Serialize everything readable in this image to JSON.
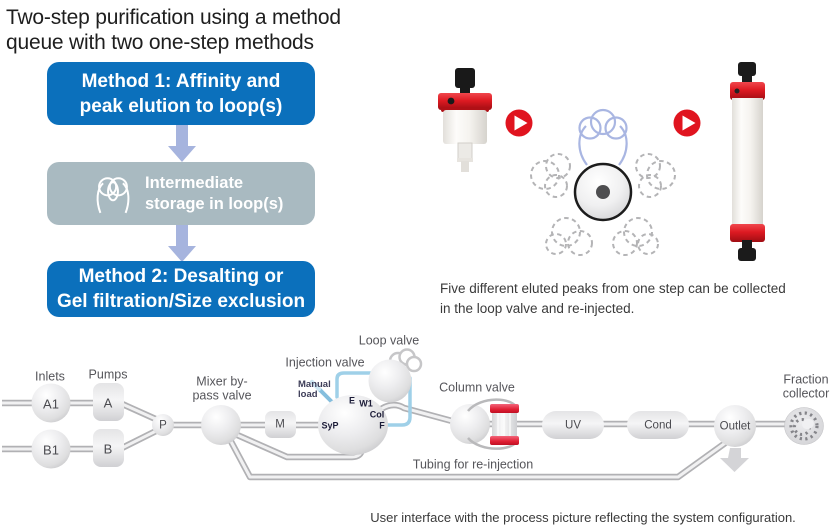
{
  "title": "Two-step purification using a method\nqueue with two one-step methods",
  "flowchart": {
    "step1": "Method 1: Affinity and\npeak elution to loop(s)",
    "step2": "Intermediate\nstorage in loop(s)",
    "step3": "Method 2: Desalting or\nGel filtration/Size exclusion"
  },
  "illustration": {
    "caption": "Five different eluted peaks from one step can be collected\nin the loop valve and re-injected."
  },
  "diagram": {
    "labels": {
      "inlets": "Inlets",
      "pumps": "Pumps",
      "inlet_a1": "A1",
      "inlet_b1": "B1",
      "pump_a": "A",
      "pump_b": "B",
      "pump_junction": "P",
      "mixer": "Mixer by-\npass valve",
      "mixer_m": "M",
      "injection_valve": "Injection valve",
      "manual_load": "Manual\nload",
      "loop_valve": "Loop valve",
      "port_syp": "SyP",
      "port_e": "E",
      "port_w1": "W1",
      "port_col": "Col",
      "port_f": "F",
      "column_valve": "Column valve",
      "uv": "UV",
      "cond": "Cond",
      "outlet": "Outlet",
      "fraction_collector": "Fraction\ncollector",
      "tubing": "Tubing for re-injection"
    }
  },
  "footer": {
    "caption": "User interface with the process picture reflecting the system configuration."
  },
  "colors": {
    "accent_blue": "#0b70bc",
    "box_gray": "#a9bac1",
    "arrow_blue": "#a6b4de",
    "red": "#e0141f",
    "tube_blue": "#9fd0e8",
    "tube_gray": "#b1b1b4"
  }
}
